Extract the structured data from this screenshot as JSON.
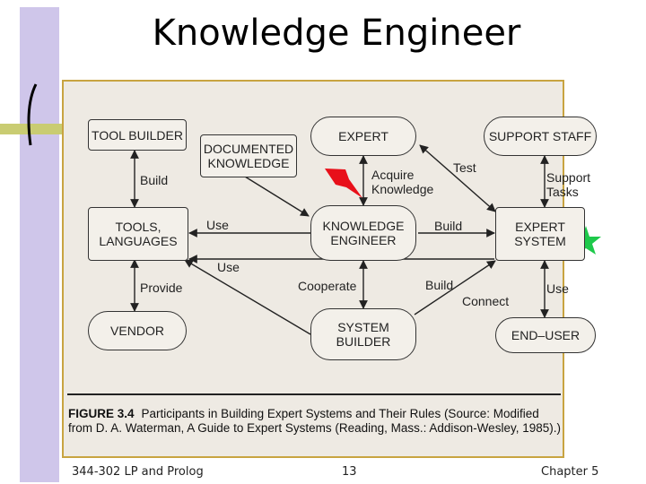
{
  "slide": {
    "title": "Knowledge Engineer",
    "footer": {
      "left": "344-302 LP and Prolog",
      "center": "13",
      "right": "Chapter 5"
    }
  },
  "figure": {
    "nodes": {
      "tool_builder": "TOOL BUILDER",
      "documented_knowledge": "DOCUMENTED\nKNOWLEDGE",
      "expert": "EXPERT",
      "support_staff": "SUPPORT STAFF",
      "tools_languages": "TOOLS,\nLANGUAGES",
      "knowledge_engineer": "KNOWLEDGE\nENGINEER",
      "expert_system": "EXPERT\nSYSTEM",
      "vendor": "VENDOR",
      "system_builder": "SYSTEM\nBUILDER",
      "end_user": "END–USER"
    },
    "edge_labels": {
      "build_left": "Build",
      "acquire_knowledge": "Acquire\nKnowledge",
      "test": "Test",
      "support_tasks": "Support\nTasks",
      "use_tools": "Use",
      "build_center": "Build",
      "use_lower": "Use",
      "provide": "Provide",
      "cooperate": "Cooperate",
      "build_lower": "Build",
      "connect": "Connect",
      "use_right": "Use"
    },
    "caption": {
      "label": "FIGURE 3.4",
      "text": "Participants in Building Expert Systems and Their Rules (Source: Modified from D. A. Waterman, A Guide to Expert Systems (Reading, Mass.: Addison-Wesley, 1985).)"
    },
    "colors": {
      "frame_border": "#c8a441",
      "lightning": "#e8101a",
      "star": "#1ec94b",
      "sidebar": "#cfc6ea"
    }
  }
}
